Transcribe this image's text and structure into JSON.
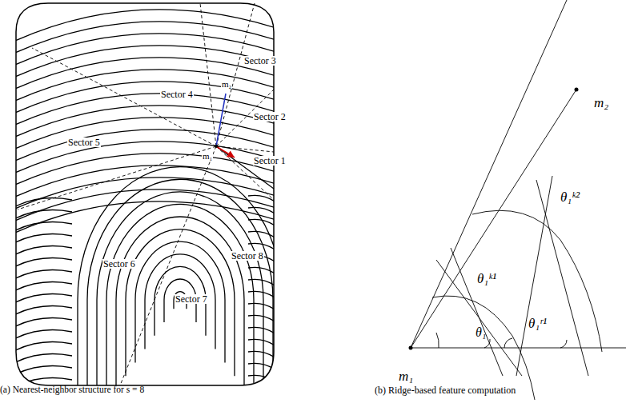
{
  "diagram": {
    "labels": [
      "Sector 3",
      "Sector 4",
      "Sector 2",
      "Sector 5",
      "Sector 1",
      "m₂",
      "m₁",
      "Sector 6",
      "Sector 8",
      "Sector 7",
      "m₂",
      "θ₁ᵏ²",
      "θ₁ᵏ¹",
      "θ₁",
      "θ₁ʳ¹",
      "m₁",
      "(a) Nearest-neighbor structure for s = 8",
      "(b) Ridge-based feature computation"
    ]
  }
}
